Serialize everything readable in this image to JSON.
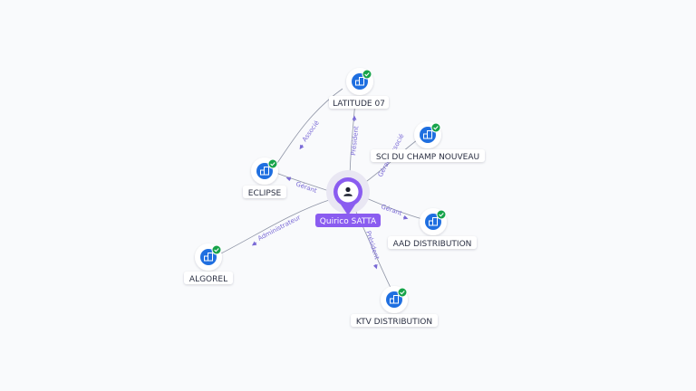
{
  "center": {
    "name": "Quirico SATTA",
    "icon": "person-icon"
  },
  "companies": [
    {
      "id": "latitude-07",
      "name": "LATITUDE 07",
      "icon": "company-building-icon",
      "verified": true
    },
    {
      "id": "sci-du-champ-nouveau",
      "name": "SCI DU CHAMP NOUVEAU",
      "icon": "company-building-icon",
      "verified": true
    },
    {
      "id": "eclipse",
      "name": "ECLIPSE",
      "icon": "company-building-icon",
      "verified": true
    },
    {
      "id": "aad-distribution",
      "name": "AAD DISTRIBUTION",
      "icon": "company-building-icon",
      "verified": true
    },
    {
      "id": "algorel",
      "name": "ALGOREL",
      "icon": "company-building-icon",
      "verified": true
    },
    {
      "id": "ktv-distribution",
      "name": "KTV DISTRIBUTION",
      "icon": "company-building-icon",
      "verified": true
    }
  ],
  "relations": [
    {
      "from": "center",
      "to": "latitude-07",
      "label": "Président"
    },
    {
      "from": "eclipse",
      "to": "latitude-07",
      "label": "Associé"
    },
    {
      "from": "center",
      "to": "eclipse",
      "label": "Gérant"
    },
    {
      "from": "center",
      "to": "sci-du-champ-nouveau",
      "label": "Gérant Associé"
    },
    {
      "from": "center",
      "to": "aad-distribution",
      "label": "Gérant"
    },
    {
      "from": "center",
      "to": "algorel",
      "label": "Administrateur"
    },
    {
      "from": "center",
      "to": "ktv-distribution",
      "label": "Président"
    }
  ],
  "colors": {
    "background": "#f9fafc",
    "edge": "#8f95a6",
    "edge_label": "#7a6ad6",
    "center_node": "#8a5cf0",
    "company_icon": "#1f6fe0",
    "verified_badge": "#16a34a",
    "node_label": "#2b3043"
  }
}
